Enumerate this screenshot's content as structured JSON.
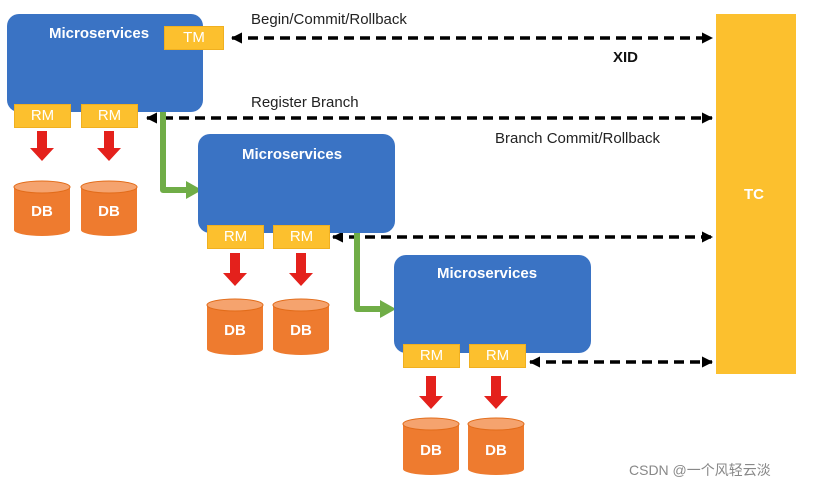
{
  "microservices_label": "Microservices",
  "tm_label": "TM",
  "rm_label": "RM",
  "db_label": "DB",
  "tc_label": "TC",
  "begin_commit_rollback": "Begin/Commit/Rollback",
  "xid": "XID",
  "register_branch": "Register Branch",
  "branch_commit_rollback": "Branch Commit/Rollback",
  "watermark": "CSDN @一个风轻云淡",
  "colors": {
    "service_blue": "#3a73c4",
    "box_yellow": "#fcc02e",
    "db_orange": "#ee7b2f",
    "arrow_red": "#e4211c",
    "arrow_green": "#70ad47",
    "arrow_black": "#000000"
  }
}
